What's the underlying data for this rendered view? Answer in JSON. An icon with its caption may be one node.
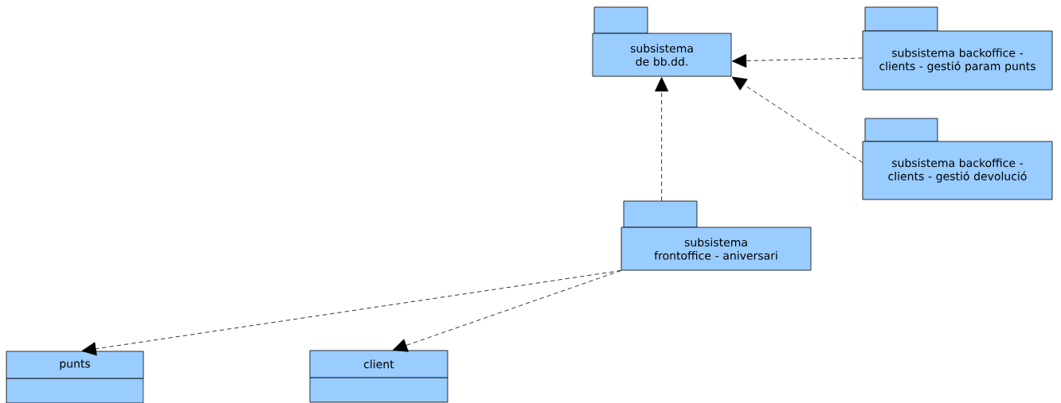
{
  "diagram": {
    "nodes": [
      {
        "text": [
          "subsistema de bb.dd."
        ]
      },
      {
        "text": [
          "subsistema backoffice - clients - gestió param punts"
        ]
      },
      {
        "text": [
          "subsistema backoffice - clients - gestió devolució"
        ]
      },
      {
        "text": [
          "subsistema frontoffice - aniversari"
        ]
      },
      {
        "text": [
          "punts"
        ]
      },
      {
        "text": [
          "client"
        ]
      }
    ],
    "edges": [
      {
        "from": 1,
        "to": 0,
        "arrow": "to",
        "style": "dashed"
      },
      {
        "from": 2,
        "to": 0,
        "arrow": "to",
        "style": "dashed"
      },
      {
        "from": 3,
        "to": 0,
        "arrow": "to",
        "style": "dashed"
      },
      {
        "from": 3,
        "to": 4,
        "arrow": "to",
        "style": "dashed"
      },
      {
        "from": 3,
        "to": 5,
        "arrow": "to",
        "style": "dashed"
      }
    ]
  }
}
